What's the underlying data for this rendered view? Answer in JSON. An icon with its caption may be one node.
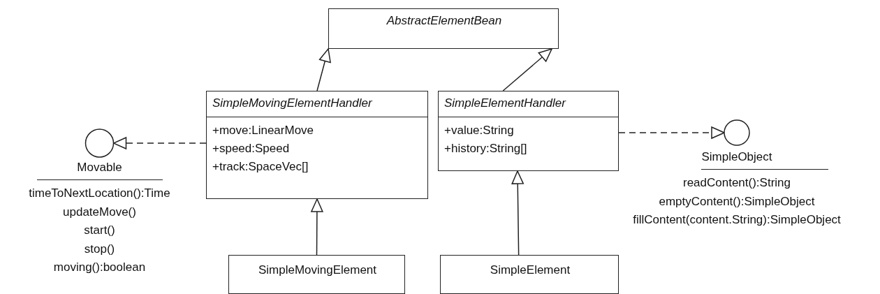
{
  "diagram": {
    "nodes": [
      {
        "text": [
          "AbstractElementBean"
        ]
      },
      {
        "text": [
          "SimpleMovingElementHandler",
          "+move:LinearMove",
          "+speed:Speed",
          "+track:SpaceVec[]"
        ]
      },
      {
        "text": [
          "SimpleElementHandler",
          "+value:String",
          "+history:String[]"
        ]
      },
      {
        "text": [
          "SimpleMovingElement"
        ]
      },
      {
        "text": [
          "SimpleElement"
        ]
      },
      {
        "text": [
          "Movable"
        ],
        "beside": [
          "timeToNextLocation():Time",
          "updateMove()",
          "start()",
          "stop()",
          "moving():boolean"
        ]
      },
      {
        "text": [
          "SimpleObject"
        ],
        "beside": [
          "readContent():String",
          "emptyContent():SimpleObject",
          "fillContent(content.String):SimpleObject"
        ]
      }
    ],
    "edges": [
      {
        "from": 1,
        "to": 0,
        "arrow": "to"
      },
      {
        "from": 2,
        "to": 0,
        "arrow": "to"
      },
      {
        "from": 3,
        "to": 1,
        "arrow": "to"
      },
      {
        "from": 4,
        "to": 2,
        "arrow": "to"
      },
      {
        "from": 1,
        "to": 5,
        "arrow": "to",
        "style": "dashed"
      },
      {
        "from": 2,
        "to": 6,
        "arrow": "to",
        "style": "dashed"
      }
    ]
  }
}
